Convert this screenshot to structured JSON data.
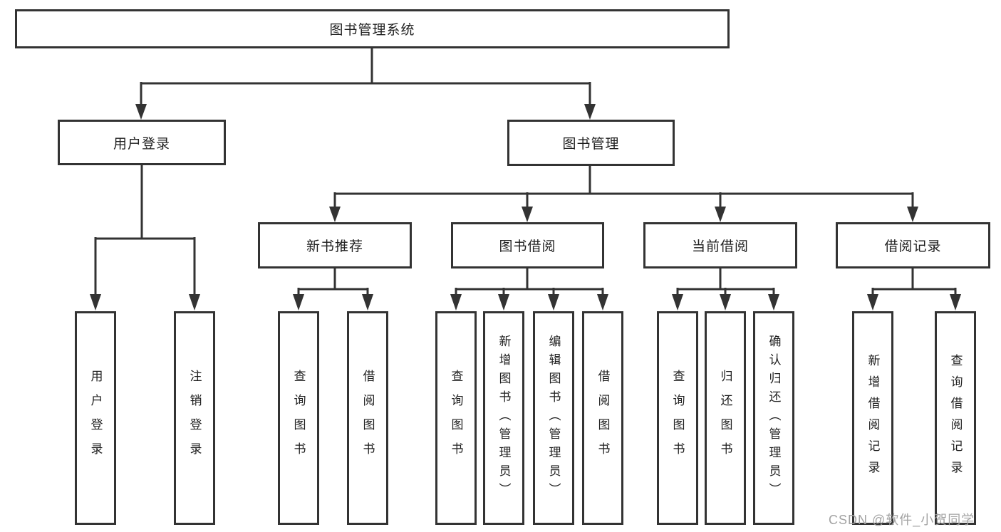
{
  "diagram": {
    "root": {
      "label": "图书管理系统"
    },
    "level2": [
      {
        "label": "用户登录"
      },
      {
        "label": "图书管理"
      }
    ],
    "level3": [
      {
        "label": "新书推荐"
      },
      {
        "label": "图书借阅"
      },
      {
        "label": "当前借阅"
      },
      {
        "label": "借阅记录"
      }
    ],
    "leaves": {
      "user_login": [
        {
          "label": "用户登录"
        },
        {
          "label": "注销登录"
        }
      ],
      "new_book": [
        {
          "label": "查询图书"
        },
        {
          "label": "借阅图书"
        }
      ],
      "book_borrow": [
        {
          "label": "查询图书"
        },
        {
          "label": "新增图书（管理员）"
        },
        {
          "label": "编辑图书（管理员）"
        },
        {
          "label": "借阅图书"
        }
      ],
      "current_borrow": [
        {
          "label": "查询图书"
        },
        {
          "label": "归还图书"
        },
        {
          "label": "确认归还（管理员）"
        }
      ],
      "borrow_record": [
        {
          "label": "新增借阅记录"
        },
        {
          "label": "查询借阅记录"
        }
      ]
    },
    "colors": {
      "line": "#333333",
      "text": "#1f1f1f",
      "watermark": "#a3a3a3"
    }
  },
  "watermark": {
    "text": "CSDN @软件_小贺同学"
  }
}
